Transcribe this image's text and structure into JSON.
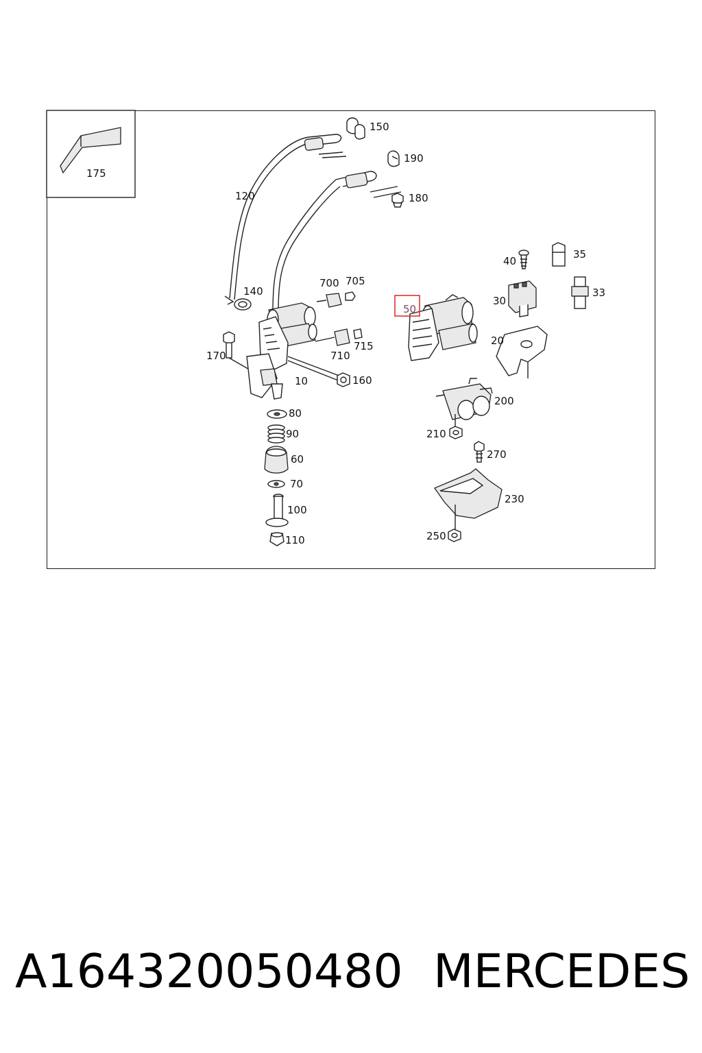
{
  "diagram": {
    "inset_label": "175",
    "highlighted_label": "50",
    "labels": {
      "l150": "150",
      "l190": "190",
      "l180": "180",
      "l120": "120",
      "l40": "40",
      "l35": "35",
      "l33": "33",
      "l30": "30",
      "l20": "20",
      "l700": "700",
      "l705": "705",
      "l140": "140",
      "l715": "715",
      "l710": "710",
      "l170": "170",
      "l10": "10",
      "l160": "160",
      "l200": "200",
      "l210": "210",
      "l270": "270",
      "l80": "80",
      "l90": "90",
      "l60": "60",
      "l70": "70",
      "l100": "100",
      "l230": "230",
      "l250": "250",
      "l110": "110"
    },
    "highlight_color": "#e03030"
  },
  "caption": {
    "part_number": "A164320050480",
    "brand": "MERCEDES"
  }
}
